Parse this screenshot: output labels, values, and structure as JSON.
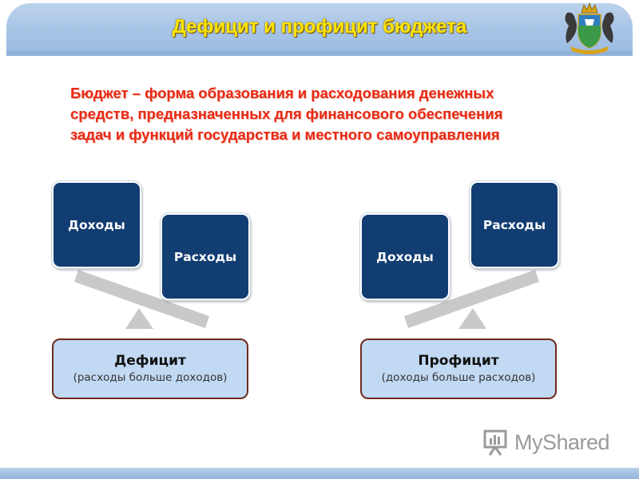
{
  "header": {
    "title": "Дефицит и профицит бюджета"
  },
  "definition": {
    "lines": [
      "Бюджет – форма образования и расходования денежных",
      "средств, предназначенных для финансового обеспечения",
      "задач и функций государства и местного самоуправления"
    ]
  },
  "deficit": {
    "block_income": "Доходы",
    "block_expense": "Расходы",
    "title": "Дефицит",
    "subtitle": "(расходы больше доходов)"
  },
  "surplus": {
    "block_income": "Доходы",
    "block_expense": "Расходы",
    "title": "Профицит",
    "subtitle": "(доходы больше расходов)"
  },
  "watermark": {
    "text": "MyShared"
  },
  "colors": {
    "title": "#ffe500",
    "definition": "#e82a14",
    "block": "#123d72",
    "label_fill": "#c2d9f3",
    "label_border": "#6e2a1c",
    "beam": "#c9c9c9"
  }
}
